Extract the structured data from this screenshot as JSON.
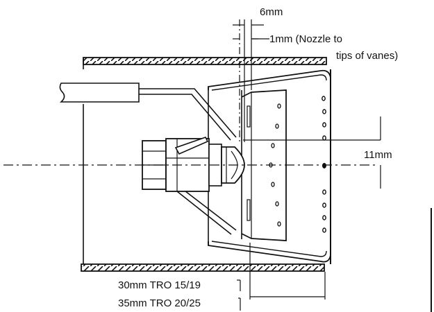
{
  "labels": {
    "gap_6mm": "6mm",
    "gap_1mm_line1": "1mm (Nozzle to",
    "gap_1mm_line2": "tips of vanes)",
    "offset_11mm": "11mm",
    "depth_30mm": "30mm TRO 15/19",
    "depth_35mm": "35mm TRO 20/25"
  },
  "colors": {
    "ink": "#111111",
    "background": "#ffffff"
  }
}
